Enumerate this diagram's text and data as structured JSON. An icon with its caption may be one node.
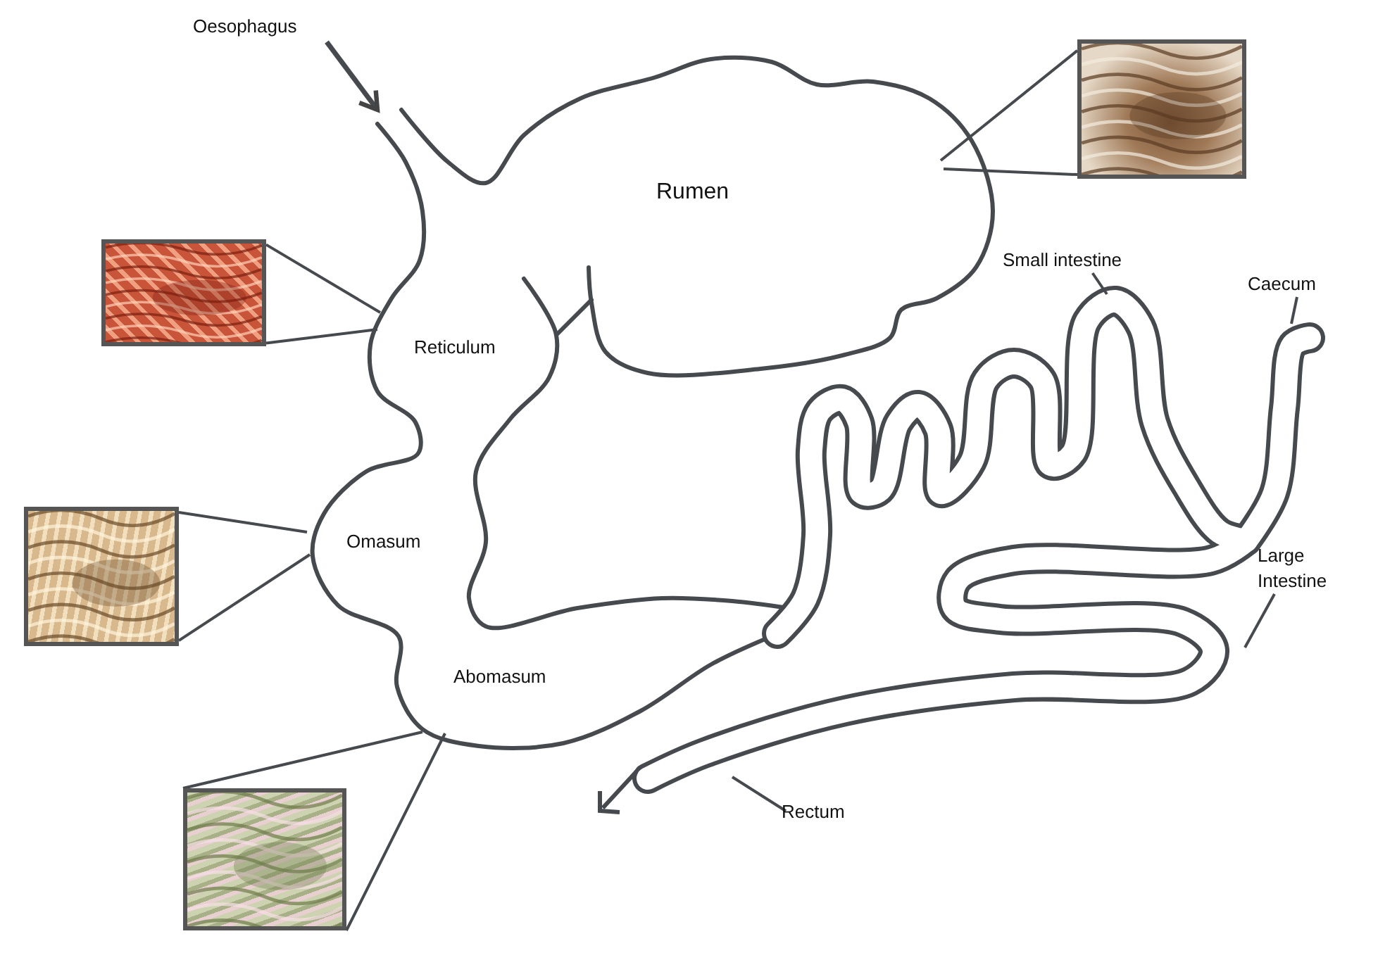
{
  "diagram": {
    "nodes": [
      {
        "text": [
          "Oesophagus"
        ]
      },
      {
        "text": [
          "Rumen"
        ]
      },
      {
        "text": [
          "Reticulum"
        ]
      },
      {
        "text": [
          "Omasum"
        ]
      },
      {
        "text": [
          "Abomasum"
        ]
      },
      {
        "text": [
          "Small intestine"
        ]
      },
      {
        "text": [
          "Caecum"
        ]
      },
      {
        "text": [
          "Large Intestine"
        ]
      },
      {
        "text": [
          "Rectum"
        ]
      },
      {
        "text": [],
        "shape": "picture"
      },
      {
        "text": [],
        "shape": "picture"
      },
      {
        "text": [],
        "shape": "picture"
      },
      {
        "text": [],
        "shape": "picture"
      }
    ],
    "edges": [
      {
        "from": 0,
        "to": null,
        "arrow": "to"
      },
      {
        "from": 9,
        "to": null,
        "arrow": "none"
      },
      {
        "from": 9,
        "to": null,
        "arrow": "none"
      },
      {
        "from": 10,
        "to": null,
        "arrow": "none"
      },
      {
        "from": 10,
        "to": null,
        "arrow": "none"
      },
      {
        "from": 11,
        "to": null,
        "arrow": "none"
      },
      {
        "from": 11,
        "to": null,
        "arrow": "none"
      },
      {
        "from": 12,
        "to": null,
        "arrow": "none"
      },
      {
        "from": 12,
        "to": null,
        "arrow": "none"
      },
      {
        "from": 5,
        "to": null,
        "arrow": "none"
      },
      {
        "from": 6,
        "to": null,
        "arrow": "none"
      },
      {
        "from": 7,
        "to": null,
        "arrow": "none"
      },
      {
        "from": 8,
        "to": null,
        "arrow": "none"
      }
    ]
  }
}
